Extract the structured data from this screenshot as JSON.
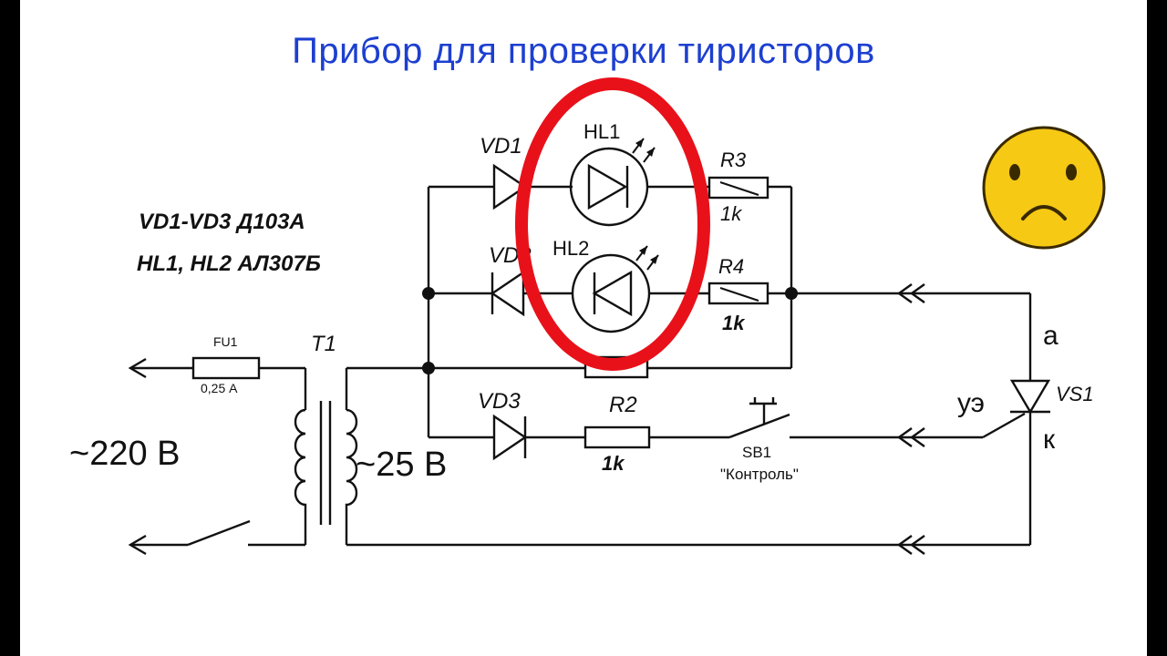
{
  "title": "Прибор для проверки тиристоров",
  "notes": [
    "VD1-VD3 Д103А",
    "HL1, HL2 АЛ307Б"
  ],
  "labels": {
    "v220": "~220 В",
    "v25": "~25 В",
    "fu1": "FU1",
    "fu1_rating": "0,25 А",
    "t1": "T1",
    "vd1": "VD1",
    "vd2": "VD2",
    "vd3": "VD3",
    "hl1": "HL1",
    "hl2": "HL2",
    "r3": "R3",
    "r3_value": "1k",
    "r4": "R4",
    "r4_value": "1k",
    "r2": "R2",
    "r2_value": "1k",
    "sb1": "SB1",
    "sb1_caption": "\"Контроль\"",
    "anode": "а",
    "gate": "уэ",
    "cathode": "к",
    "vs1": "VS1"
  },
  "colors": {
    "title": "#1d3fd0",
    "highlight": "#e8111a",
    "emoji": "#f6c915"
  },
  "icons": [
    "sad-face-icon"
  ]
}
